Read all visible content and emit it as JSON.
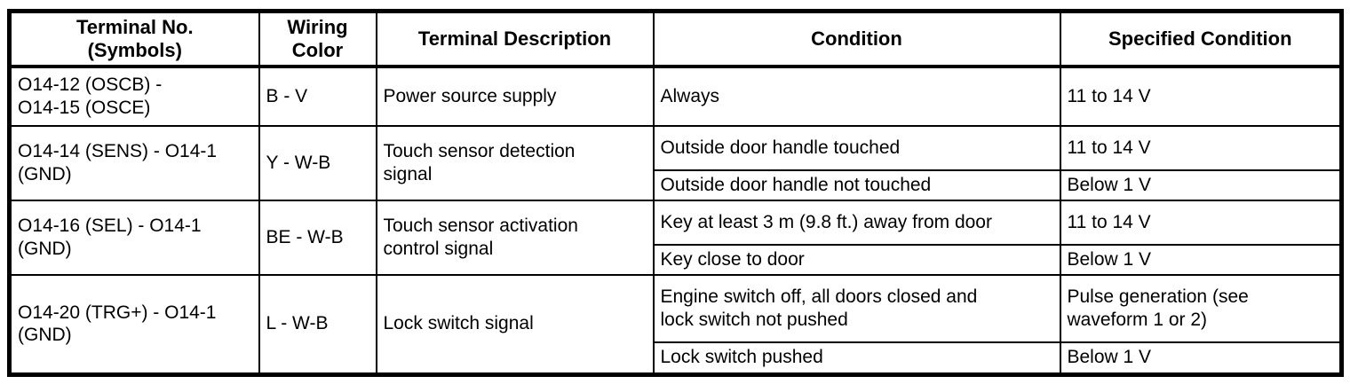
{
  "table": {
    "headers": [
      {
        "label": "Terminal No.\n(Symbols)"
      },
      {
        "label": "Wiring\nColor"
      },
      {
        "label": "Terminal Description"
      },
      {
        "label": "Condition"
      },
      {
        "label": "Specified Condition"
      }
    ],
    "rows": [
      {
        "terminal": "O14-12 (OSCB) -\nO14-15 (OSCE)",
        "wiring_color": "B - V",
        "description": "Power source supply",
        "conditions": [
          {
            "condition": "Always",
            "specified": "11 to 14 V"
          }
        ]
      },
      {
        "terminal": "O14-14 (SENS) - O14-1\n(GND)",
        "wiring_color": "Y - W-B",
        "description": "Touch sensor detection\nsignal",
        "conditions": [
          {
            "condition": "Outside door handle touched",
            "specified": "11 to 14 V"
          },
          {
            "condition": "Outside door handle not touched",
            "specified": "Below 1 V"
          }
        ]
      },
      {
        "terminal": "O14-16 (SEL) - O14-1\n(GND)",
        "wiring_color": "BE - W-B",
        "description": "Touch sensor activation\ncontrol signal",
        "conditions": [
          {
            "condition": "Key at least 3 m (9.8 ft.) away from door",
            "specified": "11 to 14 V"
          },
          {
            "condition": "Key close to door",
            "specified": "Below 1 V"
          }
        ]
      },
      {
        "terminal": "O14-20 (TRG+) - O14-1\n(GND)",
        "wiring_color": "L - W-B",
        "description": "Lock switch signal",
        "conditions": [
          {
            "condition": "Engine switch off, all doors closed and\nlock switch not pushed",
            "specified": "Pulse generation (see\nwaveform 1 or 2)"
          },
          {
            "condition": "Lock switch pushed",
            "specified": "Below 1 V"
          }
        ]
      }
    ],
    "colors": {
      "border": "#000000",
      "background": "#ffffff",
      "text": "#000000"
    }
  }
}
